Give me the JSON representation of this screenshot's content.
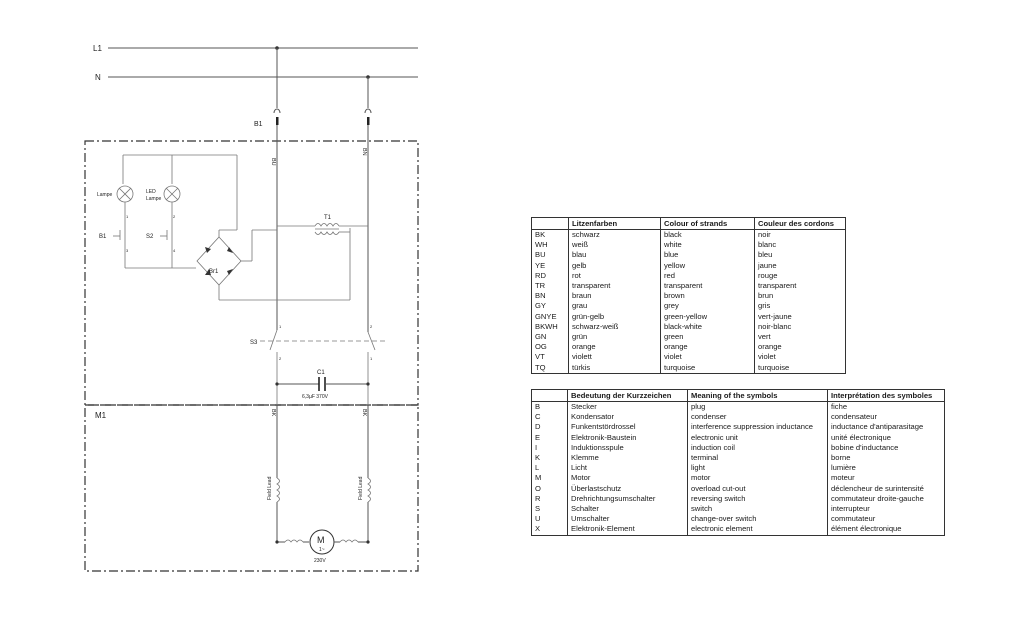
{
  "schematic": {
    "line_labels": {
      "l1": "L1",
      "n": "N"
    },
    "connector": "B1",
    "wire_bu": "BU",
    "wire_bn": "BN",
    "lamp_labels": {
      "lamp1": "Lampe",
      "lamp2_line1": "LED",
      "lamp2_line2": "Lampe"
    },
    "switch_labels": {
      "s1": "B1",
      "s2": "S2",
      "s3": "S3"
    },
    "bridge": "Br1",
    "transformer": "T1",
    "capacitor": {
      "name": "C1",
      "value": "6,3µF 370V"
    },
    "motor_block": "M1",
    "wire_bk_left": "BK",
    "wire_bk_right": "BK",
    "field_left": "Field Lead",
    "field_right": "Field Lead",
    "motor": {
      "symbol": "M",
      "phase": "1~",
      "voltage": "230V"
    },
    "terminal_numbers": [
      "1",
      "2",
      "3",
      "4",
      "1",
      "2",
      "2",
      "1"
    ]
  },
  "colors_table": {
    "headers": [
      "",
      "Litzenfarben",
      "Colour of strands",
      "Couleur des cordons"
    ],
    "rows": [
      [
        "BK",
        "schwarz",
        "black",
        "noir"
      ],
      [
        "WH",
        "weiß",
        "white",
        "blanc"
      ],
      [
        "BU",
        "blau",
        "blue",
        "bleu"
      ],
      [
        "YE",
        "gelb",
        "yellow",
        "jaune"
      ],
      [
        "RD",
        "rot",
        "red",
        "rouge"
      ],
      [
        "TR",
        "transparent",
        "transparent",
        "transparent"
      ],
      [
        "BN",
        "braun",
        "brown",
        "brun"
      ],
      [
        "GY",
        "grau",
        "grey",
        "gris"
      ],
      [
        "GNYE",
        "grün-gelb",
        "green-yellow",
        "vert-jaune"
      ],
      [
        "BKWH",
        "schwarz-weiß",
        "black-white",
        "noir-blanc"
      ],
      [
        "GN",
        "grün",
        "green",
        "vert"
      ],
      [
        "OG",
        "orange",
        "orange",
        "orange"
      ],
      [
        "VT",
        "violett",
        "violet",
        "violet"
      ],
      [
        "TQ",
        "türkis",
        "turquoise",
        "turquoise"
      ]
    ]
  },
  "symbols_table": {
    "headers": [
      "",
      "Bedeutung der Kurzzeichen",
      "Meaning of the symbols",
      "Interprétation des symboles"
    ],
    "rows": [
      [
        "B",
        "Stecker",
        "plug",
        "fiche"
      ],
      [
        "C",
        "Kondensator",
        "condenser",
        "condensateur"
      ],
      [
        "D",
        "Funkentstördrossel",
        "interference suppression inductance",
        "inductance d'antiparasitage"
      ],
      [
        "E",
        "Elektronik-Baustein",
        "electronic unit",
        "unité électronique"
      ],
      [
        "I",
        "Induktionsspule",
        "induction coil",
        "bobine d'inductance"
      ],
      [
        "K",
        "Klemme",
        "terminal",
        "borne"
      ],
      [
        "L",
        "Licht",
        "light",
        "lumière"
      ],
      [
        "M",
        "Motor",
        "motor",
        "moteur"
      ],
      [
        "O",
        "Überlastschutz",
        "overload cut-out",
        "déclencheur de surintensité"
      ],
      [
        "R",
        "Drehrichtungsumschalter",
        "reversing switch",
        "commutateur droite-gauche"
      ],
      [
        "S",
        "Schalter",
        "switch",
        "interrupteur"
      ],
      [
        "U",
        "Umschalter",
        "change-over switch",
        "commutateur"
      ],
      [
        "X",
        "Elektronik-Element",
        "electronic element",
        "élément électronique"
      ]
    ]
  }
}
